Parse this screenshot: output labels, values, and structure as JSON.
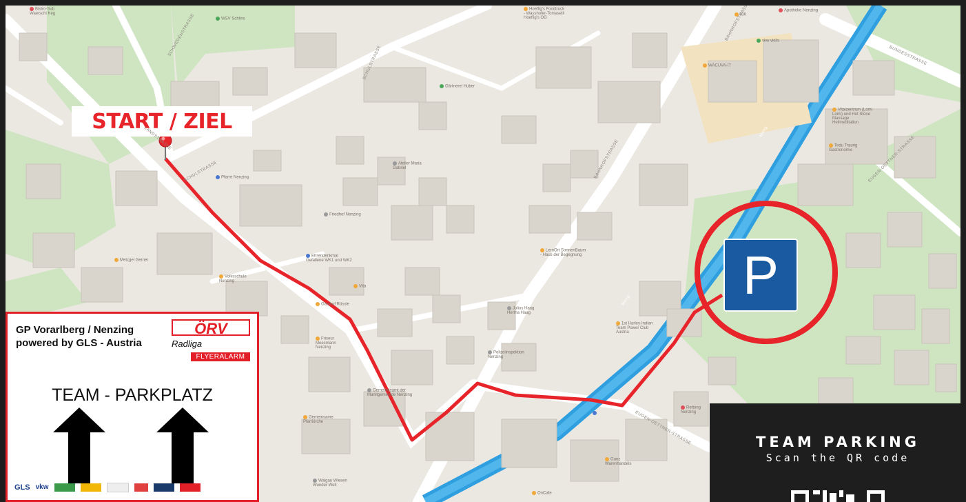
{
  "start_label": "START / ZIEL",
  "parking_symbol": "P",
  "sign": {
    "title_line1": "GP Vorarlberg / Nenzing",
    "title_line2": "powered by GLS - Austria",
    "brand_orv": "ÖRV",
    "brand_radliga": "Radliga",
    "brand_flyer": "FLYERALARM",
    "heading": "TEAM - PARKPLATZ",
    "sponsors": [
      "GLS",
      "vkw"
    ]
  },
  "qr_panel": {
    "heading": "TEAM PARKING",
    "subheading": "Scan the QR code"
  },
  "streets": {
    "schulstrasse_top": "SCHULSTRASSE",
    "schulstrasse_mid": "SCHULSTRASSE",
    "bahnhofstrasse_top": "BAHNHOFSTRASSE",
    "bahnhofstrasse_mid": "BAHNHOFSTRASSE",
    "landstrasse": "LANDSTRASSE",
    "bundesstrasse": "BUNDESSTRASSE",
    "eugen_top": "EUGEN-OETTNER-STRASSE",
    "eugen_bottom": "EUGEN-OETTNER-STRASSE",
    "schwedenstrasse": "SCHWEDENSTRASSE",
    "meng_river_1": "Meng",
    "meng_river_2": "Meng",
    "meng_river_3": "Meng"
  },
  "pois": [
    {
      "id": "wsv",
      "label": "WSV Schlins",
      "kind": "g"
    },
    {
      "id": "bistro",
      "label": "Bistro-Sub Waerschi Keg",
      "kind": "r"
    },
    {
      "id": "foodtruck",
      "label": "Hoeflig's Foodtruck - Wasshofer-Tomaselli Hoeflig's OG",
      "kind": "o"
    },
    {
      "id": "kik",
      "label": "KiK",
      "kind": "o"
    },
    {
      "id": "apotheke",
      "label": "Apotheke Nenzing",
      "kind": "r"
    },
    {
      "id": "vkwstore",
      "label": "vkw vkills",
      "kind": "g"
    },
    {
      "id": "gaertnerei",
      "label": "Gärtnerei Huber",
      "kind": "g"
    },
    {
      "id": "wacuva",
      "label": "WACUVA-IT",
      "kind": "o"
    },
    {
      "id": "atelier",
      "label": "Atelier Maria Gabriel",
      "kind": "gr"
    },
    {
      "id": "pfarre",
      "label": "Pfarre Nenzing",
      "kind": "b"
    },
    {
      "id": "friedhof",
      "label": "Friedhof Nenzing",
      "kind": "gr"
    },
    {
      "id": "ehrenmal",
      "label": "Ehrendenkmal Gefallene WK1 und WK2",
      "kind": "b"
    },
    {
      "id": "metzgerei",
      "label": "Metzgei Gerner",
      "kind": "o"
    },
    {
      "id": "volksschule",
      "label": "Volksschule Nenzing",
      "kind": "o"
    },
    {
      "id": "vita",
      "label": "Vita",
      "kind": "o"
    },
    {
      "id": "gasthaus",
      "label": "Gasthof Rössle",
      "kind": "o"
    },
    {
      "id": "lernort",
      "label": "LernOrt SonnenBaum - Haus der Begegnung",
      "kind": "o"
    },
    {
      "id": "haag",
      "label": "Julius Haag Hertha Haag",
      "kind": "gr"
    },
    {
      "id": "harley",
      "label": "1st Harley-Indian Team Power Club Austria",
      "kind": "o"
    },
    {
      "id": "polizei",
      "label": "Polizeiinspektion Nenzing",
      "kind": "gr"
    },
    {
      "id": "friseur",
      "label": "Friseur Meesmann Nenzing",
      "kind": "o"
    },
    {
      "id": "gemeinde",
      "label": "Gemeindeamt der Marktgemeinde Nenzing",
      "kind": "gr"
    },
    {
      "id": "gemeinsame",
      "label": "Gemeinsame Pfarrkirche",
      "kind": "o"
    },
    {
      "id": "walgau",
      "label": "Walgau Wiesen Wunder Welt",
      "kind": "gr"
    },
    {
      "id": "vitalzentrum",
      "label": "Vitalzentrum (Lomi Lomi) und Hot Stone Massage Heilmeditation",
      "kind": "o"
    },
    {
      "id": "tedu",
      "label": "Tedu Traurig Gastronomie",
      "kind": "o"
    },
    {
      "id": "gunz",
      "label": "Gunz Warenhandels",
      "kind": "o"
    },
    {
      "id": "rettung",
      "label": "Rettung Nenzing",
      "kind": "r"
    },
    {
      "id": "oncafe",
      "label": "OnCafe",
      "kind": "o"
    }
  ]
}
